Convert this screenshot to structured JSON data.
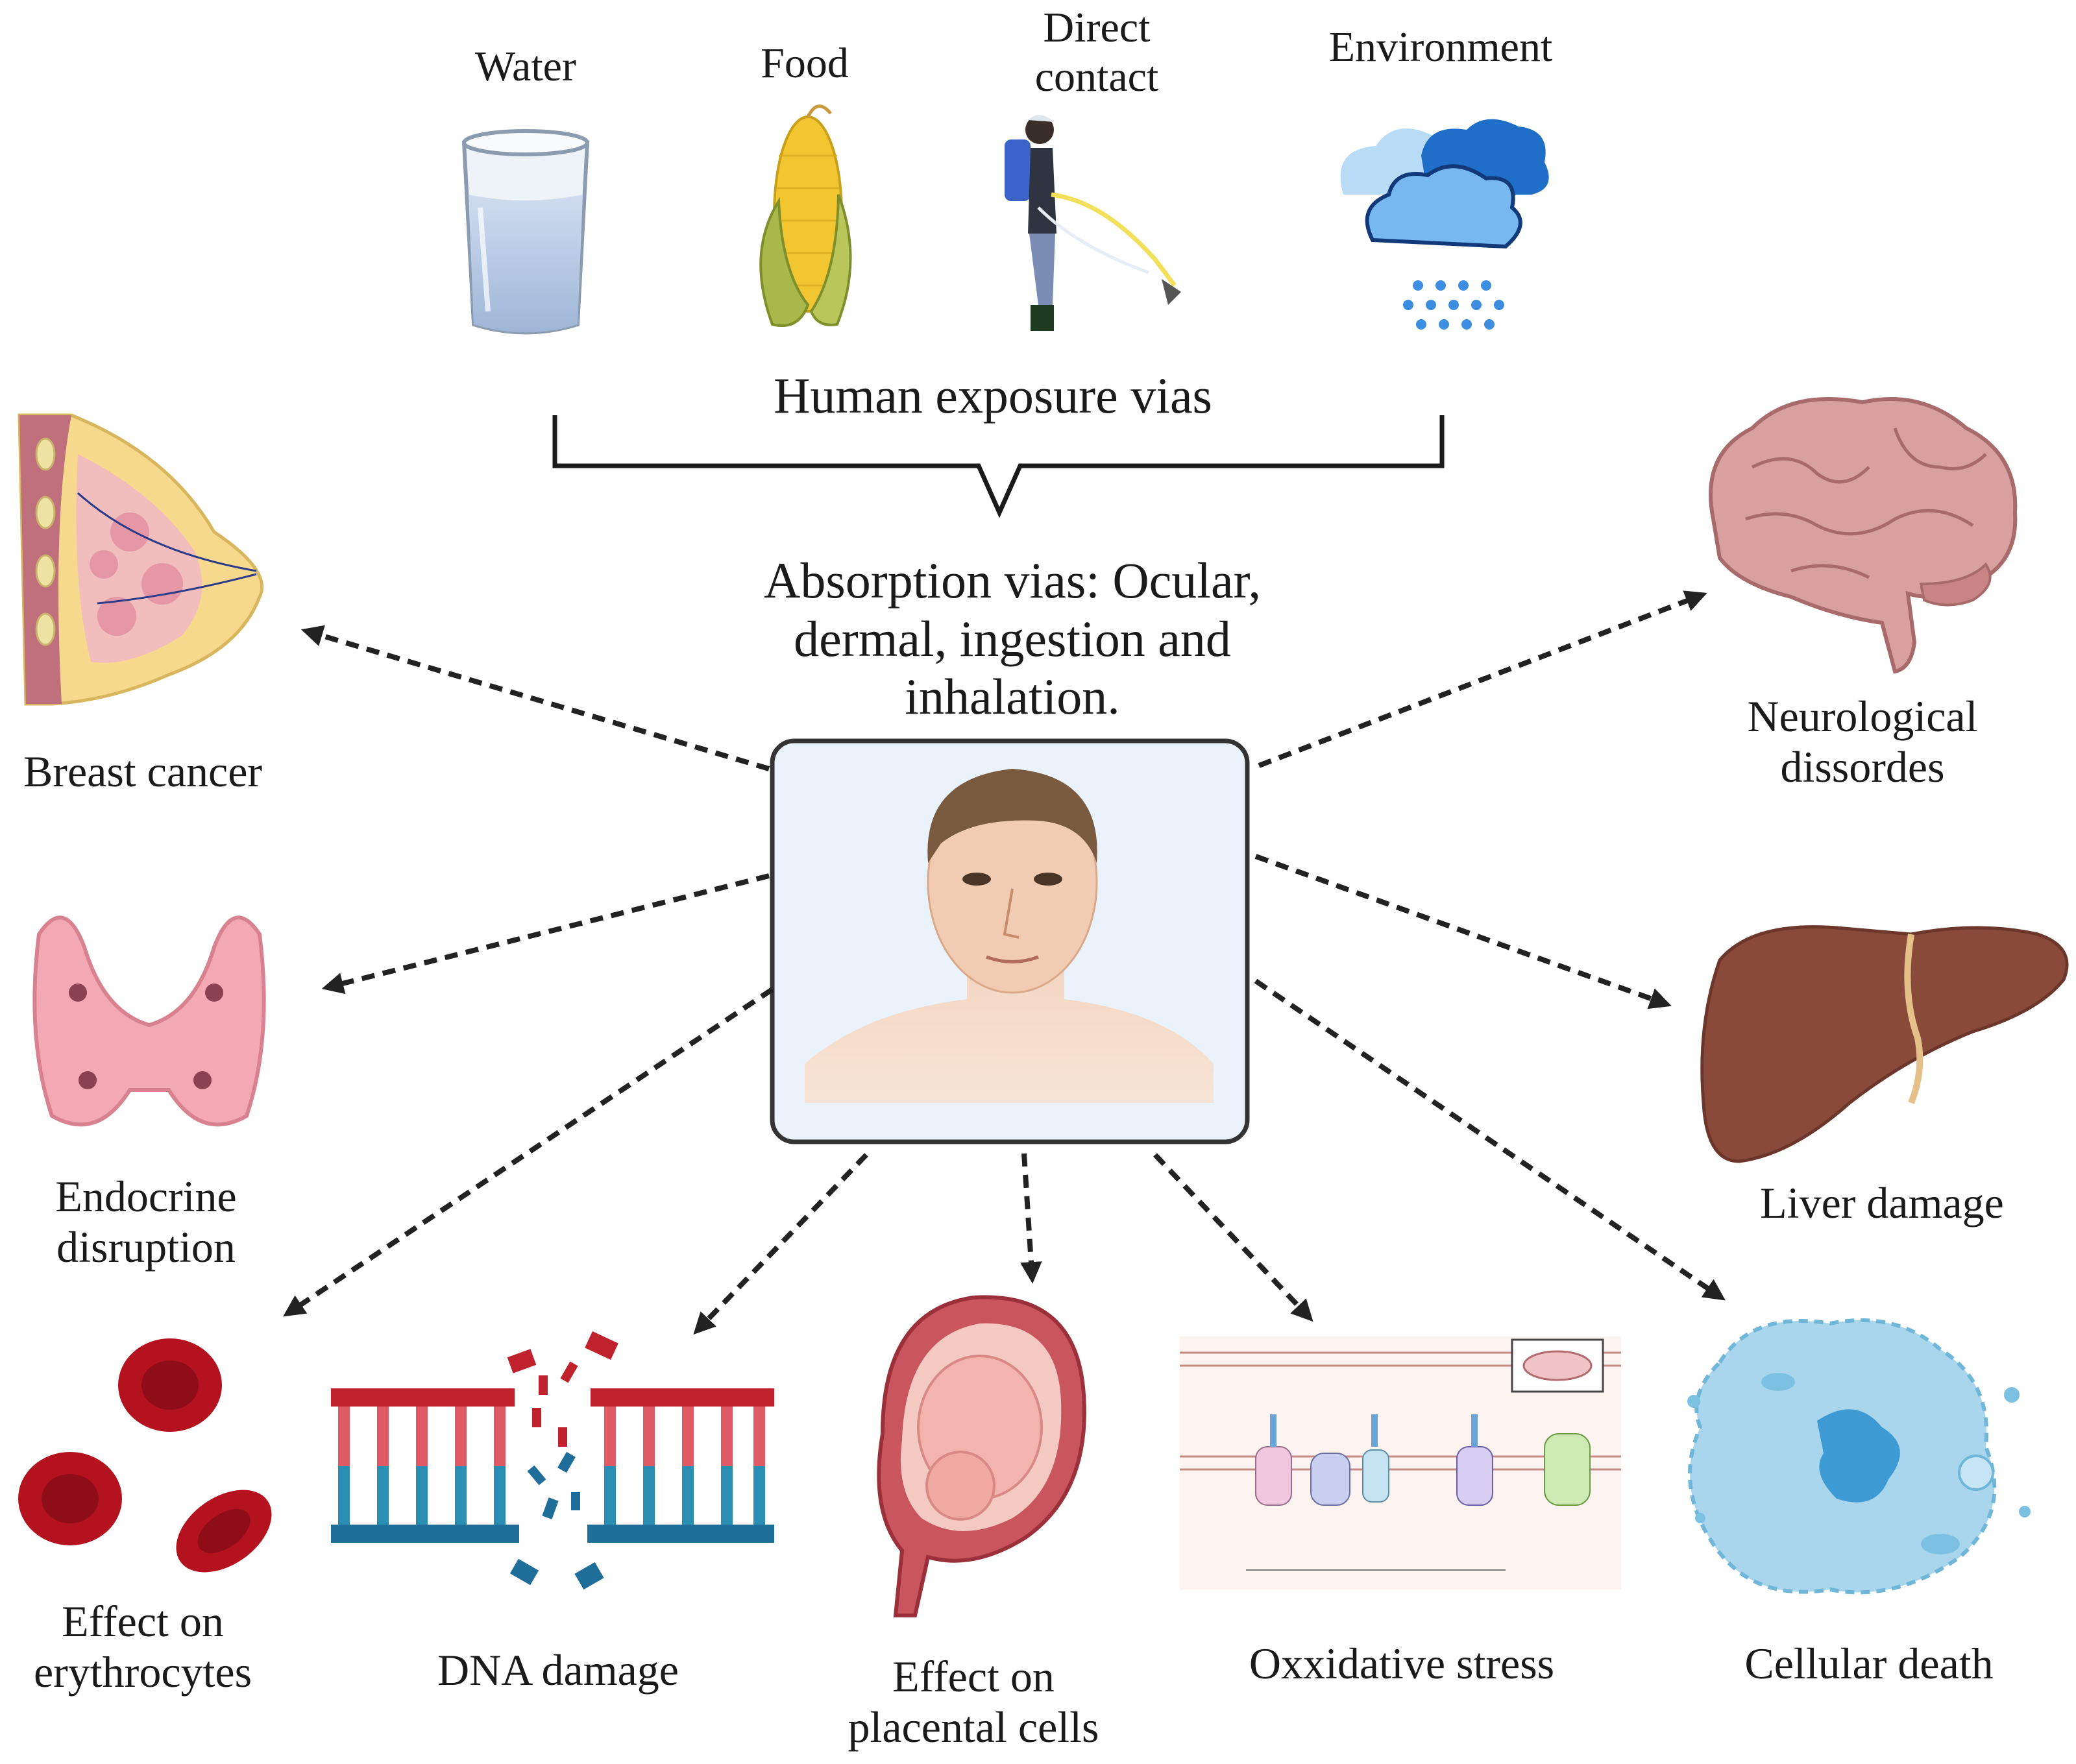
{
  "exposure_sources": [
    {
      "label": "Water",
      "icon": "water-glass-icon"
    },
    {
      "label": "Food",
      "icon": "corn-icon"
    },
    {
      "label_lines": [
        "Direct",
        "contact"
      ],
      "icon": "sprayer-worker-icon"
    },
    {
      "label": "Environment",
      "icon": "rain-cloud-icon"
    }
  ],
  "exposure_title": "Human exposure vias",
  "absorption_lines": [
    "Absorption vias: Ocular,",
    "dermal, ingestion and",
    "inhalation."
  ],
  "center_icon": "human-portrait-icon",
  "effects": {
    "breast_cancer": {
      "label": "Breast cancer",
      "icon": "breast-anatomy-icon"
    },
    "endocrine": {
      "lines": [
        "Endocrine",
        "disruption"
      ],
      "icon": "thyroid-icon"
    },
    "erythrocytes": {
      "lines": [
        "Effect on",
        "erythrocytes"
      ],
      "icon": "red-blood-cells-icon"
    },
    "dna": {
      "label": "DNA damage",
      "icon": "broken-dna-icon"
    },
    "placental": {
      "lines": [
        "Effect on",
        "placental cells"
      ],
      "icon": "fetus-uterus-icon"
    },
    "oxidative": {
      "label": "Oxxidative stress",
      "icon": "electron-transport-chain-icon"
    },
    "cellular": {
      "label": "Cellular death",
      "icon": "dying-cell-icon"
    },
    "liver": {
      "label": "Liver damage",
      "icon": "liver-icon"
    },
    "neurological": {
      "lines": [
        "Neurological",
        "dissordes"
      ],
      "icon": "brain-icon"
    }
  },
  "colors": {
    "arrow": "#222222",
    "dna_red": "#c0222d",
    "dna_blue": "#1f6e9a",
    "blood_red": "#b3121e",
    "liver_brown": "#8a4a3a",
    "brain_pink": "#d9a0a0",
    "cloud_blue": "#3d8ee0",
    "box_bg": "#eaf3fc"
  }
}
